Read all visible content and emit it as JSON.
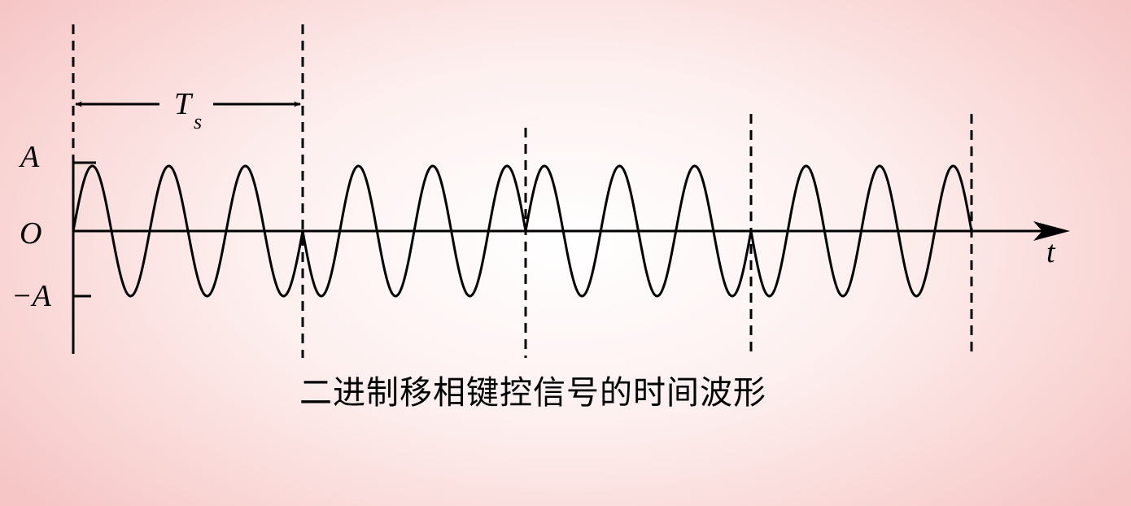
{
  "caption": "二进制移相键控信号的时间波形",
  "labels": {
    "amplitude_pos": "A",
    "origin": "O",
    "amplitude_neg": "−A",
    "time_axis": "t",
    "period_main": "T",
    "period_sub": "s"
  },
  "signal": {
    "amplitude": 1,
    "symbols": 4,
    "cycles_per_symbol": 3,
    "phases_deg": [
      0,
      180,
      0,
      180
    ]
  },
  "colors": {
    "stroke": "#000000",
    "background_center": "#ffffff",
    "background_edge": "#f6c6c6"
  }
}
